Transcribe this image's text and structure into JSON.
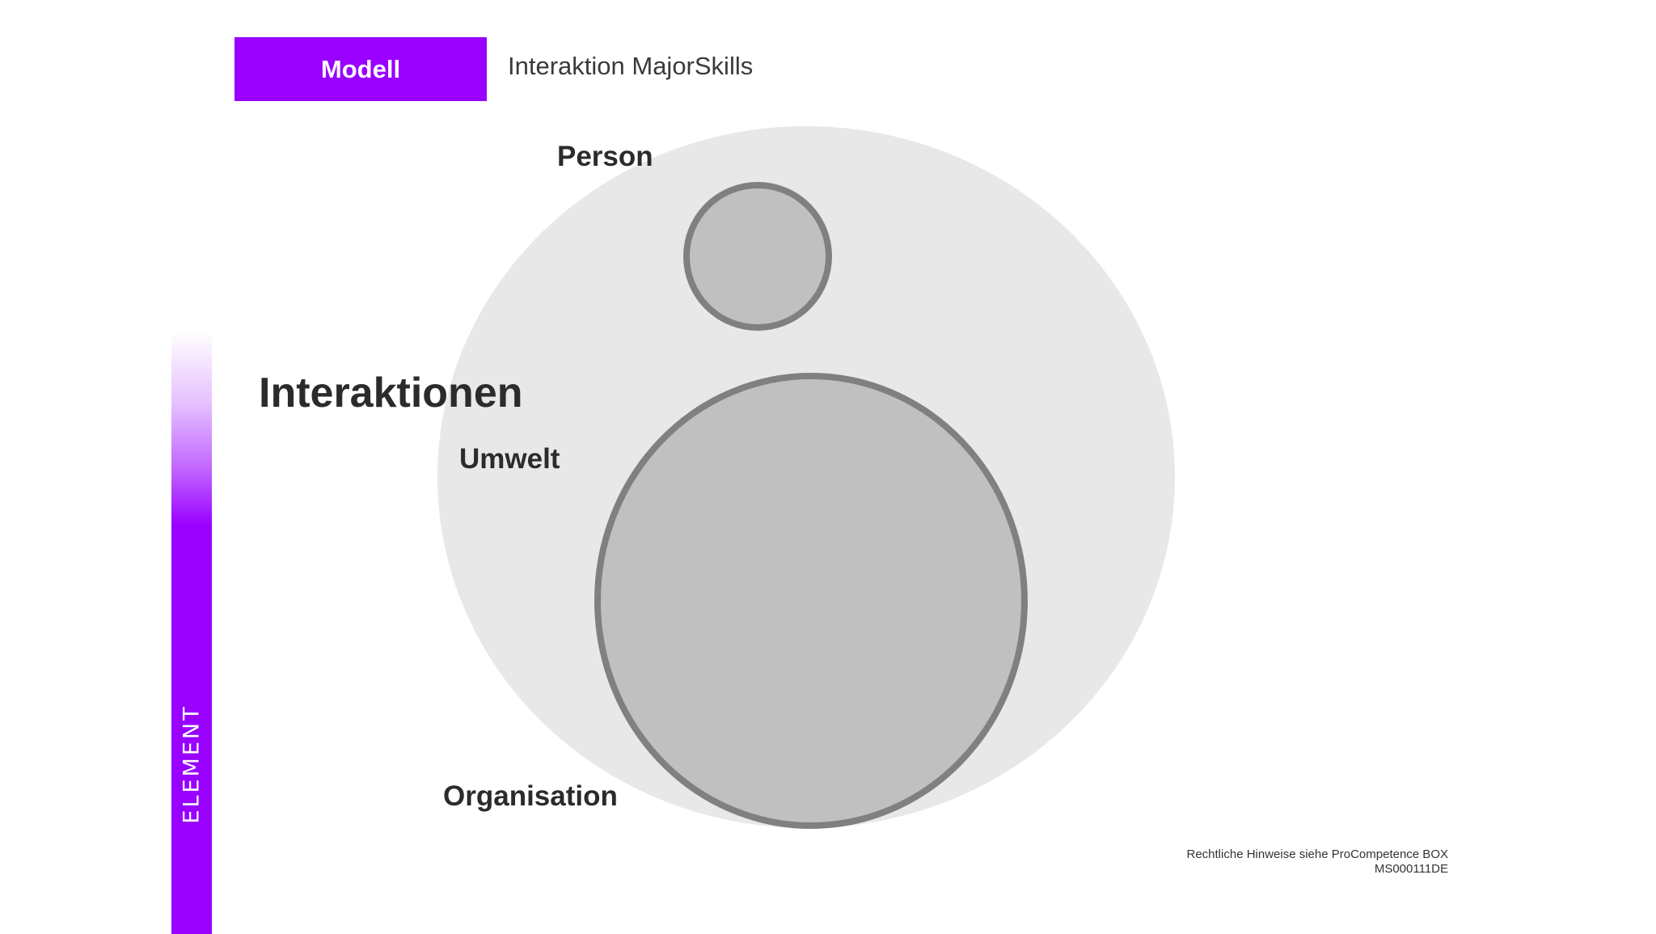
{
  "header": {
    "tag_label": "Modell",
    "title": "Interaktion MajorSkills"
  },
  "sidebar": {
    "label": "ELEMENT"
  },
  "diagram": {
    "heading": "Interaktionen",
    "labels": {
      "person": "Person",
      "umwelt": "Umwelt",
      "organisation": "Organisation"
    }
  },
  "footer": {
    "legal": "Rechtliche Hinweise siehe ProCompetence BOX",
    "code": "MS000111DE"
  },
  "colors": {
    "accent": "#9900ff",
    "outer_circle": "#e8e8e8",
    "inner_circle_fill": "#c0c0c0",
    "inner_circle_stroke": "#808080"
  }
}
